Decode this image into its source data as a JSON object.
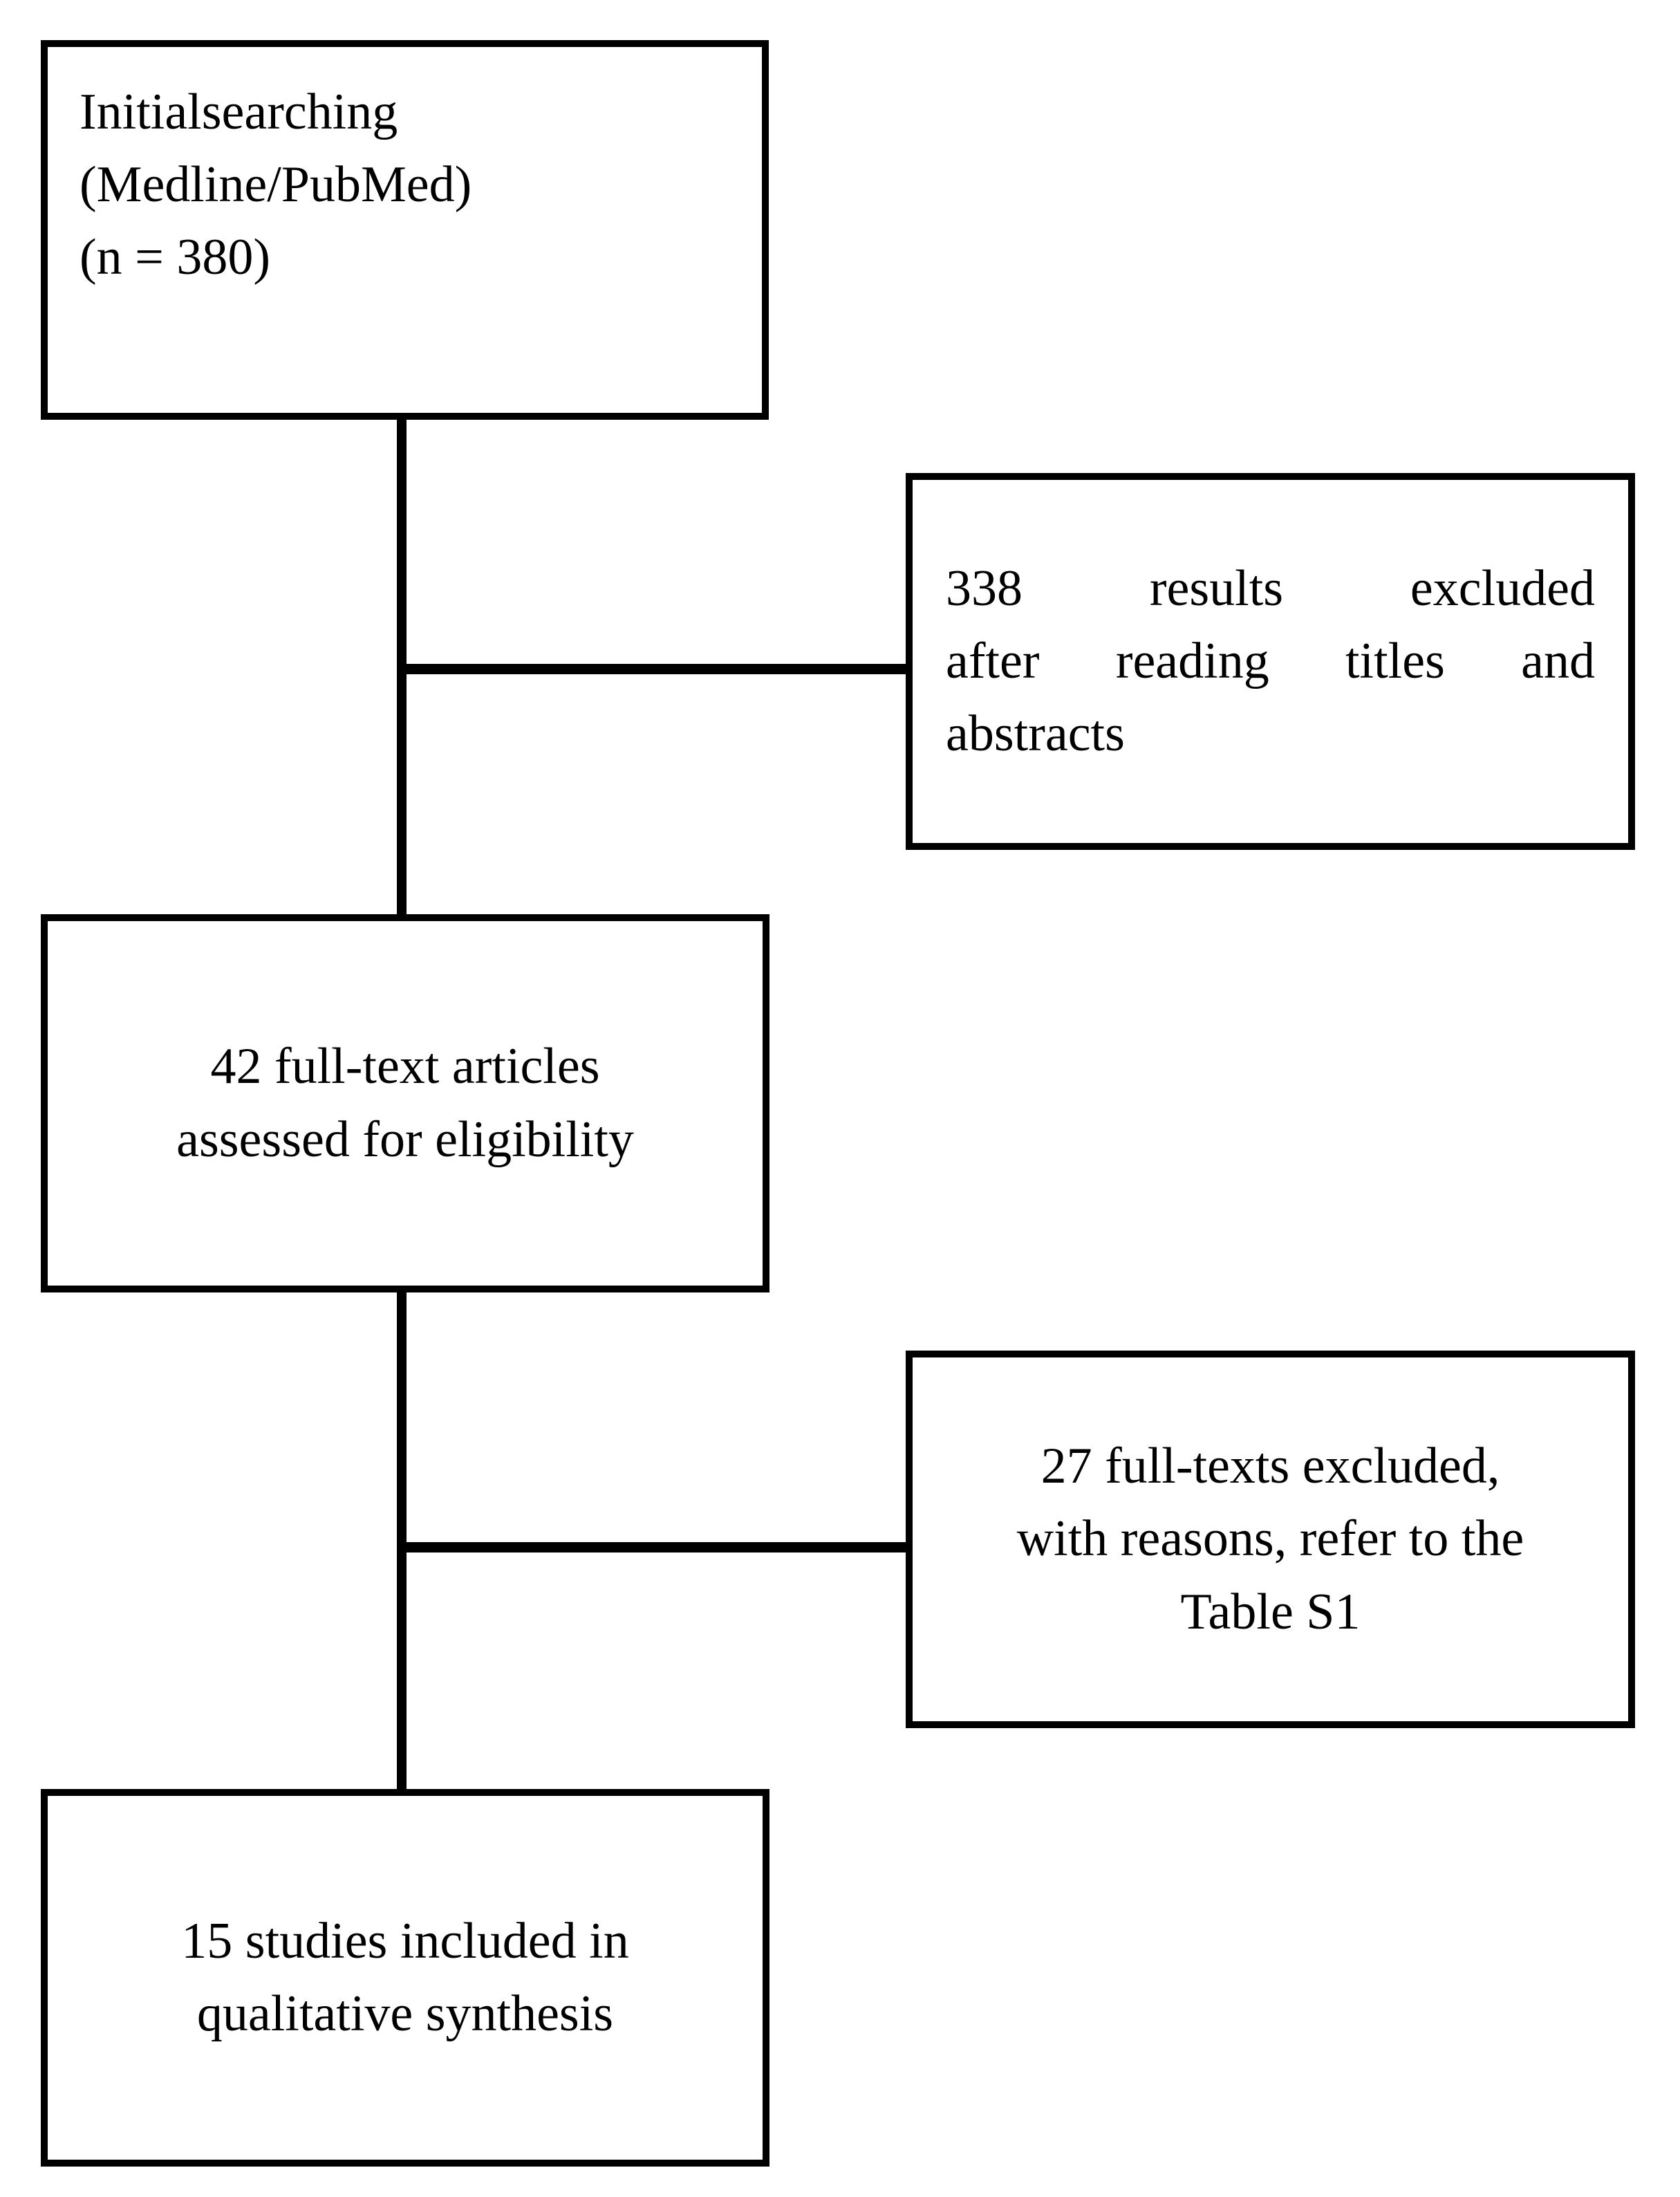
{
  "diagram": {
    "type": "prisma-flow-diagram",
    "line_color": "#000000",
    "box_border_color": "#000000",
    "background_color": "#ffffff",
    "boxes": [
      {
        "id": "initial-search",
        "lines": [
          "Initial searching",
          "(Medline/PubMed)",
          "(n = 380)"
        ],
        "line1": "Initial",
        "line1b": "searching",
        "line2": "(Medline/PubMed)",
        "line3": "(n = 380)",
        "align": "justify"
      },
      {
        "id": "excluded-titles",
        "lines": [
          "338 results excluded",
          "after reading titles and",
          "abstracts"
        ],
        "line1": "338 results excluded",
        "line2": "after reading titles and",
        "line3": "abstracts",
        "align": "justify"
      },
      {
        "id": "fulltext-assessed",
        "lines": [
          "42 full-text articles",
          "assessed for eligibility"
        ],
        "line1": "42 full-text articles",
        "line2": "assessed for eligibility",
        "align": "center"
      },
      {
        "id": "excluded-fulltext",
        "lines": [
          "27 full-texts excluded,",
          "with reasons, refer to the",
          "Table S1"
        ],
        "line1": "27 full-texts excluded,",
        "line2": "with reasons, refer to the",
        "line3": "Table S1",
        "align": "center"
      },
      {
        "id": "studies-included",
        "lines": [
          "15 studies included in",
          "qualitative synthesis"
        ],
        "line1": "15 studies included in",
        "line2": "qualitative synthesis",
        "align": "center"
      }
    ],
    "counts": {
      "initial_records": 380,
      "excluded_after_titles_abstracts": 338,
      "fulltext_assessed": 42,
      "fulltext_excluded": 27,
      "studies_included": 15
    }
  }
}
